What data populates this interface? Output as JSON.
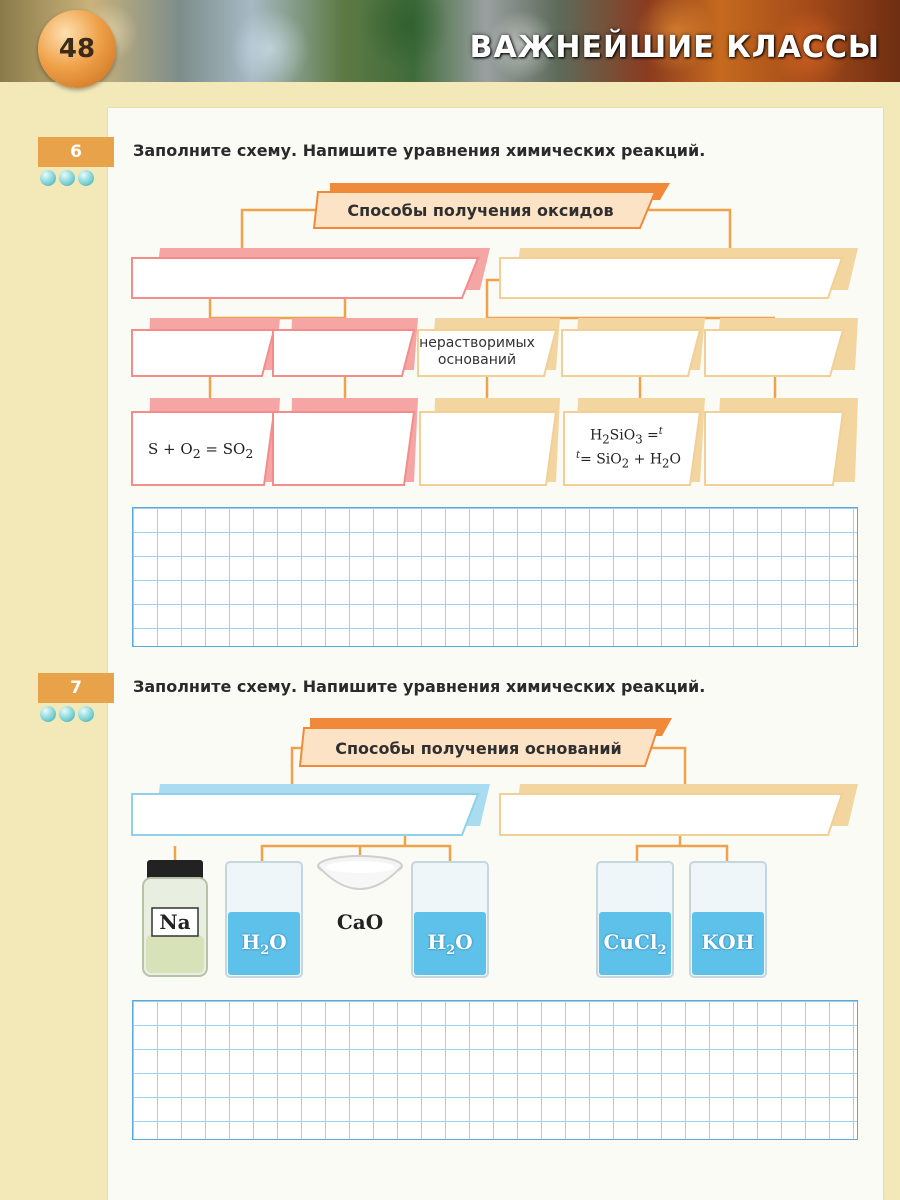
{
  "header": {
    "page_number": "48",
    "section_title": "ВАЖНЕЙШИЕ КЛАССЫ"
  },
  "task6": {
    "number": "6",
    "instruction": "Заполните схему. Напишите уравнения химических реакций.",
    "diagram_title": "Способы получения оксидов",
    "insoluble_bases_label": "нерастворимых оснований",
    "example1": {
      "left": "S + O",
      "s1": "2",
      "mid": " = SO",
      "s2": "2"
    },
    "example2": {
      "line1_a": "H",
      "line1_s1": "2",
      "line1_b": "SiO",
      "line1_s2": "3",
      "line1_eq": " =",
      "t": "t",
      "line2_eq": "= ",
      "line2_a": "SiO",
      "line2_s1": "2",
      "line2_b": " + H",
      "line2_s2": "2",
      "line2_c": "O"
    }
  },
  "task7": {
    "number": "7",
    "instruction": "Заполните схему. Напишите уравнения химических реакций.",
    "diagram_title": "Способы получения оснований",
    "reagents": {
      "na": "Na",
      "h2o_1": {
        "a": "H",
        "s": "2",
        "b": "O"
      },
      "cao": "CaO",
      "h2o_2": {
        "a": "H",
        "s": "2",
        "b": "O"
      },
      "cucl2": {
        "a": "CuCl",
        "s": "2"
      },
      "koh": "KOH"
    }
  },
  "colors": {
    "accent_orange": "#e8a24a",
    "pink": "#f48c8c",
    "tan": "#f1cf95",
    "blue": "#8fd0ec",
    "grid": "#5aa9dc"
  }
}
